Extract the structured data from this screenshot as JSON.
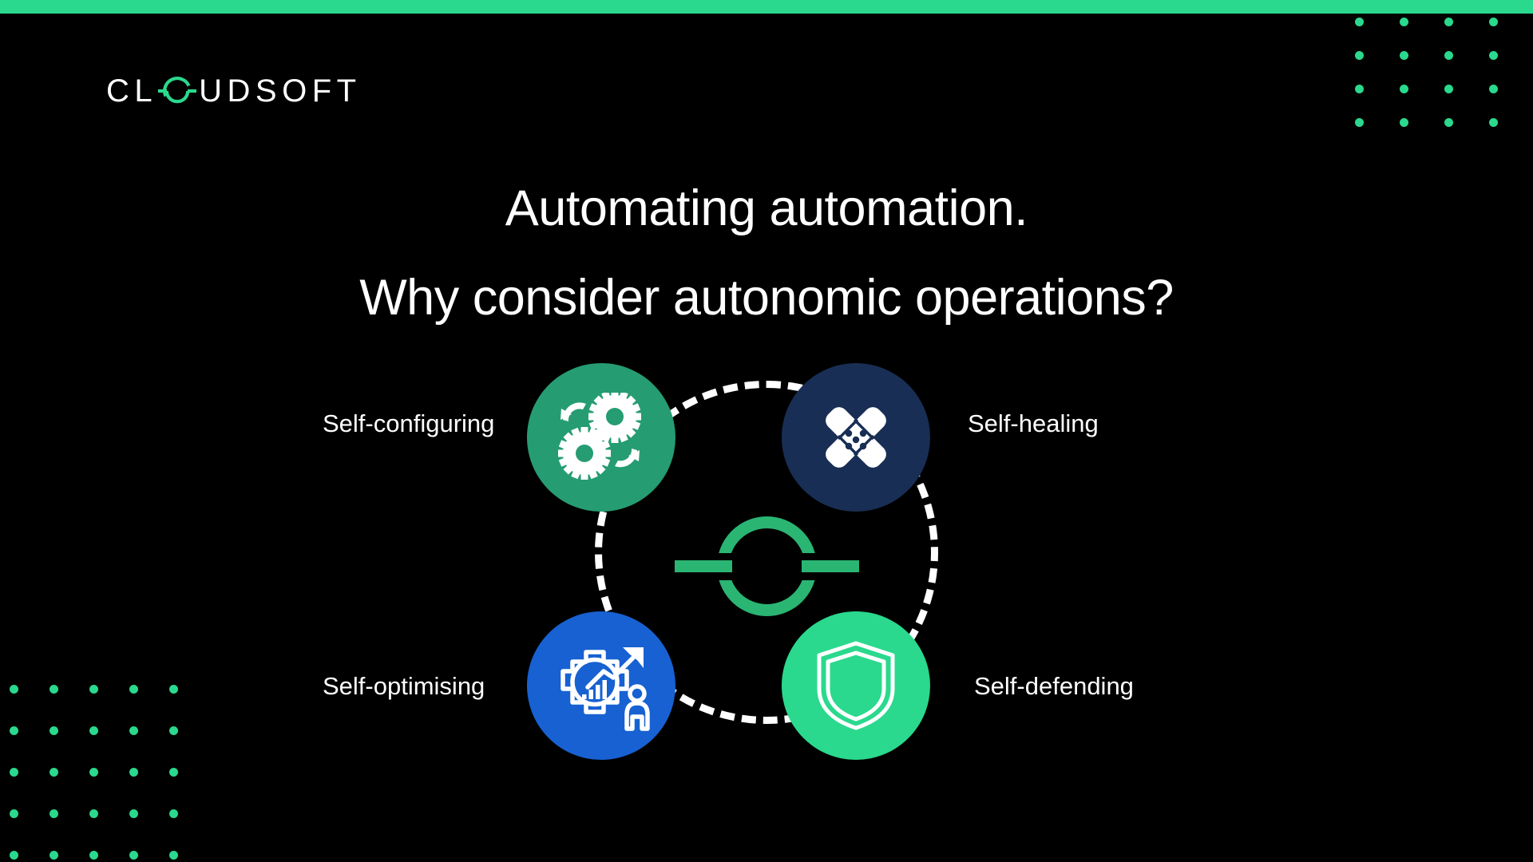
{
  "brand": {
    "name": "CLOUDSOFT",
    "name_before_mark": "CL",
    "name_after_mark": "UDSOFT",
    "mark_icon": "cloudsoft-ring-icon",
    "accent_color": "#2ad98d"
  },
  "topbar": {
    "color": "#2ad98d"
  },
  "heading": {
    "line1": "Automating automation.",
    "line2": "Why consider autonomic operations?",
    "color": "#ffffff"
  },
  "diagram": {
    "center_icon": "cloudsoft-ring-icon",
    "center_color": "#2ab573",
    "ring_style": "dashed",
    "ring_color": "#ffffff",
    "nodes": [
      {
        "id": "self-configuring",
        "label": "Self-configuring",
        "icon": "gears-refresh-icon",
        "color": "#269c72",
        "position": "top-left",
        "label_side": "left"
      },
      {
        "id": "self-healing",
        "label": "Self-healing",
        "icon": "crossed-bandages-icon",
        "color": "#192e54",
        "position": "top-right",
        "label_side": "right"
      },
      {
        "id": "self-optimising",
        "label": "Self-optimising",
        "icon": "gear-chart-arrow-person-icon",
        "color": "#1761d2",
        "position": "bottom-left",
        "label_side": "left"
      },
      {
        "id": "self-defending",
        "label": "Self-defending",
        "icon": "shield-icon",
        "color": "#2ad98d",
        "position": "bottom-right",
        "label_side": "right"
      }
    ]
  },
  "decoration": {
    "dot_color": "#2ad98d",
    "grid_top_right": {
      "columns": 4,
      "rows": 4
    },
    "grid_bottom_left": {
      "columns": 5,
      "rows": 5
    }
  }
}
